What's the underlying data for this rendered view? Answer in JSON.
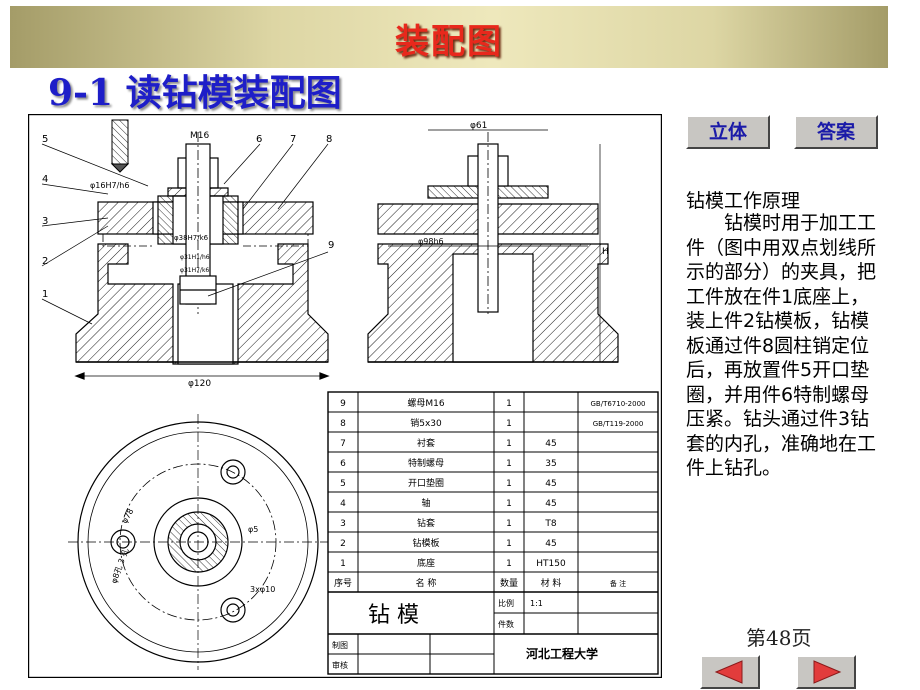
{
  "banner": {
    "title": "装配图"
  },
  "subtitle": "9-1  读钻模装配图",
  "buttons": {
    "solid": "立体",
    "answer": "答案"
  },
  "description": {
    "title": "钻模工作原理",
    "body": "钻模时用于加工工件（图中用双点划线所示的部分）的夹具，把工件放在件1底座上，装上件2钻模板，钻模板通过件8圆柱销定位后，再放置件5开口垫圈，并用件6特制螺母压紧。钻头通过件3钻套的内孔，准确地在工件上钻孔。"
  },
  "page_number": "第48页",
  "drawing": {
    "front_labels": {
      "m": "M16",
      "n1": "1",
      "n2": "2",
      "n3": "3",
      "n4": "4",
      "n5": "5",
      "n6": "6",
      "n7": "7",
      "n8": "8",
      "n9": "9",
      "fit1": "φ16H7/h6",
      "fit2": "φ38H7/k6",
      "fit3": "φ31H1/h6",
      "fit4": "φ31H7/k6",
      "dia": "φ120"
    },
    "side_labels": {
      "top": "φ61",
      "fit": "φ98h6",
      "height": "H"
    },
    "plan_labels": {
      "d1": "φ78",
      "d2": "φ5",
      "holes": "3xφ10",
      "pattern": "φ8孔 3 孔"
    },
    "bom": [
      {
        "no": "9",
        "name": "螺母M16",
        "qty": "1",
        "mat": "",
        "note": "GB/T6710-2000"
      },
      {
        "no": "8",
        "name": "销5x30",
        "qty": "1",
        "mat": "",
        "note": "GB/T119-2000"
      },
      {
        "no": "7",
        "name": "衬套",
        "qty": "1",
        "mat": "45",
        "note": ""
      },
      {
        "no": "6",
        "name": "特制螺母",
        "qty": "1",
        "mat": "35",
        "note": ""
      },
      {
        "no": "5",
        "name": "开口垫圈",
        "qty": "1",
        "mat": "45",
        "note": ""
      },
      {
        "no": "4",
        "name": "轴",
        "qty": "1",
        "mat": "45",
        "note": ""
      },
      {
        "no": "3",
        "name": "钻套",
        "qty": "1",
        "mat": "T8",
        "note": ""
      },
      {
        "no": "2",
        "name": "钻模板",
        "qty": "1",
        "mat": "45",
        "note": ""
      },
      {
        "no": "1",
        "name": "底座",
        "qty": "1",
        "mat": "HT150",
        "note": ""
      }
    ],
    "bom_header": {
      "no": "序号",
      "name": "名  称",
      "qty": "数量",
      "mat": "材 料",
      "note": "备 注"
    },
    "title_block": {
      "name": "钻  模",
      "scale_label": "比例",
      "scale": "1:1",
      "pieces_label": "件数",
      "drawn_label": "制图",
      "checked_label": "审核",
      "school": "河北工程大学"
    }
  },
  "colors": {
    "title_red": "#e8281c",
    "subtitle_blue": "#1e1ec8",
    "button_text": "#1a1aa8"
  }
}
